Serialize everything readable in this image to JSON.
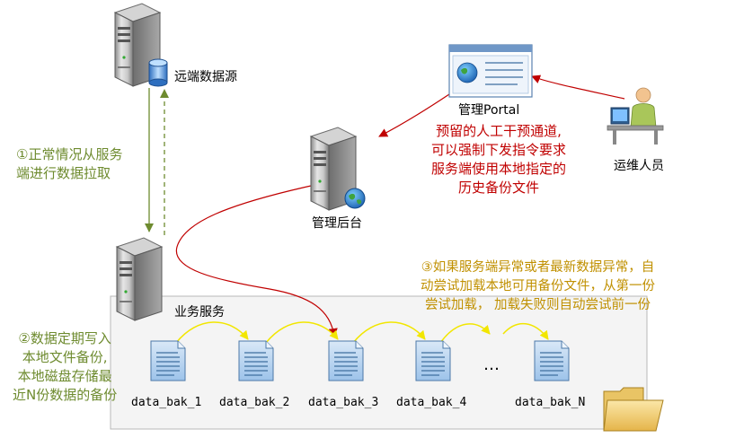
{
  "nodes": {
    "remote_source": "远端数据源",
    "portal": "管理Portal",
    "backend": "管理后台",
    "operator": "运维人员",
    "biz_service": "业务服务"
  },
  "notes": {
    "note1": [
      "①正常情况从服务",
      "端进行数据拉取"
    ],
    "note2": [
      "②数据定期写入",
      "本地文件备份,",
      "本地磁盘存储最",
      "近N份数据的备份"
    ],
    "note3": [
      "③如果服务端异常或者最新数据异常，自",
      "动尝试加载本地可用备份文件，从第一份",
      "尝试加载， 加载失败则自动尝试前一份"
    ],
    "note_red": [
      "预留的人工干预通道,",
      "可以强制下发指令要求",
      "服务端使用本地指定的",
      "历史备份文件"
    ]
  },
  "files": [
    "data_bak_1",
    "data_bak_2",
    "data_bak_3",
    "data_bak_4",
    "data_bak_N"
  ],
  "ellipsis": "…",
  "colors": {
    "green": "#6e8b2f",
    "red": "#c00000",
    "orange": "#c09000",
    "yellow_arrow": "#f2e600",
    "panel_fill": "#f4f4f4",
    "panel_stroke": "#b8b8b8"
  }
}
